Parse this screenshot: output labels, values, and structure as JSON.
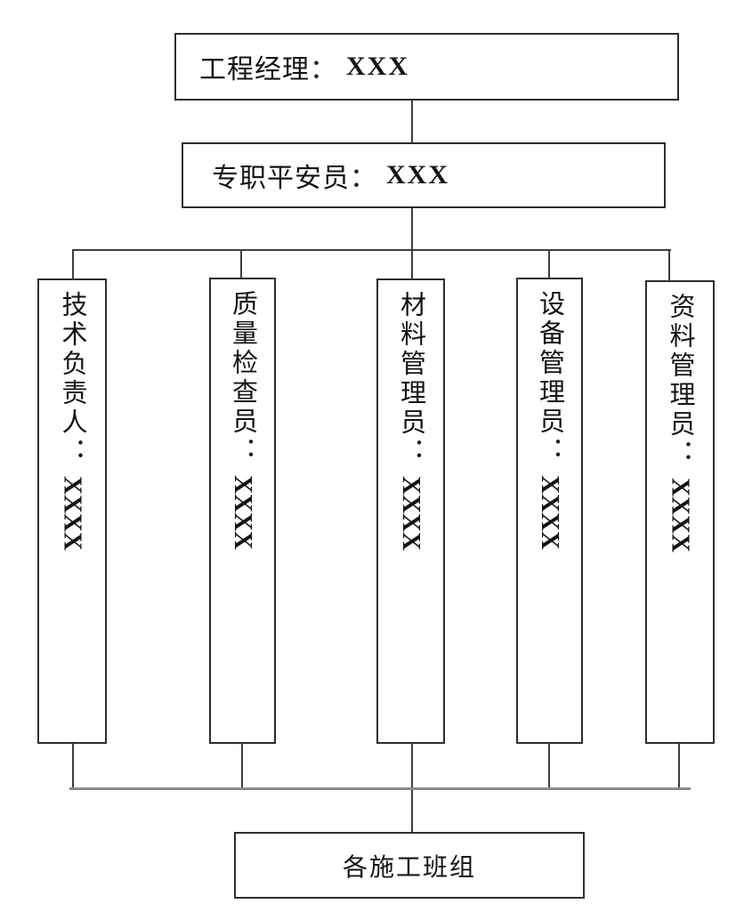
{
  "org_chart": {
    "top": {
      "role": "工程经理：",
      "name": "XXX"
    },
    "second": {
      "role": "专职平安员：",
      "name": "XXX"
    },
    "middle": [
      {
        "role": "技术负责人：",
        "name": "XXXX"
      },
      {
        "role": "质量检查员：",
        "name": "XXXX"
      },
      {
        "role": "材料管理员：",
        "name": "XXXX"
      },
      {
        "role": "设备管理员：",
        "name": "XXXX"
      },
      {
        "role": "资料管理员：",
        "name": "XXXX"
      }
    ],
    "bottom": {
      "label": "各施工班组"
    }
  },
  "colors": {
    "border": "#2e2e2e",
    "line": "#3f3f3f",
    "line_soft": "#8a8a8a",
    "text": "#141414",
    "background": "#ffffff"
  }
}
